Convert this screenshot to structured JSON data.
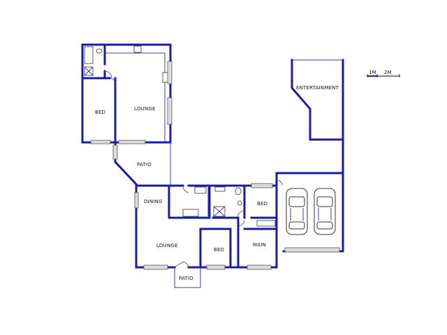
{
  "rooms": {
    "bed_top": "BED",
    "lounge_top": "LOUNGE",
    "patio_mid": "PATIO",
    "entertainment": "ENTERTAINMENT",
    "dining": "DINING",
    "bed_right": "BED",
    "lounge_bottom": "LOUNGE",
    "bed_bottom": "BED",
    "main": "MAIN",
    "patio_bottom": "PATIO"
  },
  "scale": {
    "label_1": "1M",
    "label_2": "2M"
  },
  "colors": {
    "wall": "#1a1aa8",
    "background": "#ffffff"
  }
}
